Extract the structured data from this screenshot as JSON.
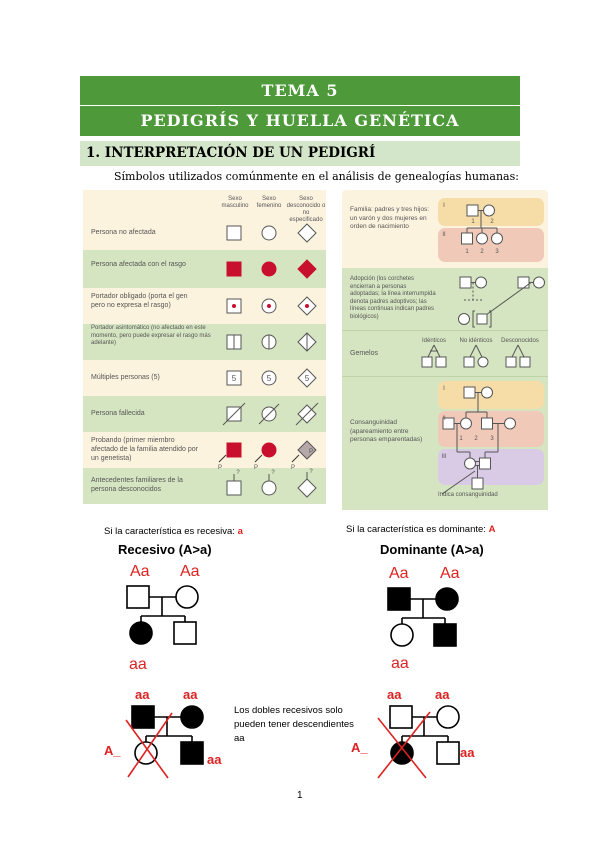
{
  "header": {
    "tema": "TEMA 5",
    "title": "PEDIGRÍS Y HUELLA GENÉTICA",
    "section": "1. INTERPRETACIÓN DE UN PEDIGRÍ",
    "subtitle": "Símbolos utilizados comúnmente en el análisis de genealogías humanas:"
  },
  "left_table": {
    "col_headers": [
      "Sexo masculino",
      "Sexo femenino",
      "Sexo desconocido o no especificado"
    ],
    "rows": [
      "Persona no afectada",
      "Persona afectada con el rasgo",
      "Portador obligado (porta el gen pero no expresa el rasgo)",
      "Portador asintomático (no afectado en este momento, pero puede expresar el rasgo más adelante)",
      "Múltiples personas (5)",
      "Persona fallecida",
      "Probando (primer miembro afectado de la familia atendido por un genetista)",
      "Antecedentes familiares de la persona desconocidos"
    ],
    "multi_number": "5",
    "probando_mark": "P",
    "unknown_mark": "?"
  },
  "right_table": {
    "rows": [
      "Familia: padres y tres hijos: un varón y dos mujeres en orden de nacimiento",
      "Adopción (los corchetes encierran a personas adoptadas; la línea interrumpida denota padres adoptivos; las líneas continuas indican padres biológicos)",
      "Gemelos",
      "Consanguinidad (apareamiento entre personas emparentadas)"
    ],
    "twins_labels": [
      "Idénticos",
      "No idénticos",
      "Desconocidos"
    ],
    "gen_labels": [
      "I",
      "II",
      "III"
    ],
    "num_labels": [
      "1",
      "2",
      "1",
      "2",
      "3"
    ],
    "consang_note": "Indica consanguinidad"
  },
  "recessive": {
    "caption_pre": "Si la característica es recesiva: ",
    "caption_key": "a",
    "title": "Recesivo (A>a)",
    "top_parents": [
      "Aa",
      "Aa"
    ],
    "top_child": "aa",
    "bottom_parents": [
      "aa",
      "aa"
    ],
    "bottom_crossed": "A_",
    "bottom_child": "aa",
    "note": "Los dobles recesivos solo pueden tener descendientes aa"
  },
  "dominant": {
    "caption_pre": "Si la característica es dominante: ",
    "caption_key": "A",
    "title": "Dominante (A>a)",
    "top_parents": [
      "Aa",
      "Aa"
    ],
    "top_child": "aa",
    "bottom_parents": [
      "aa",
      "aa"
    ],
    "bottom_crossed": "A_",
    "bottom_child": "aa"
  },
  "colors": {
    "banner": "#4e9a3a",
    "affected": "#c8102e",
    "annotation": "#dd2222"
  },
  "page_number": "1"
}
